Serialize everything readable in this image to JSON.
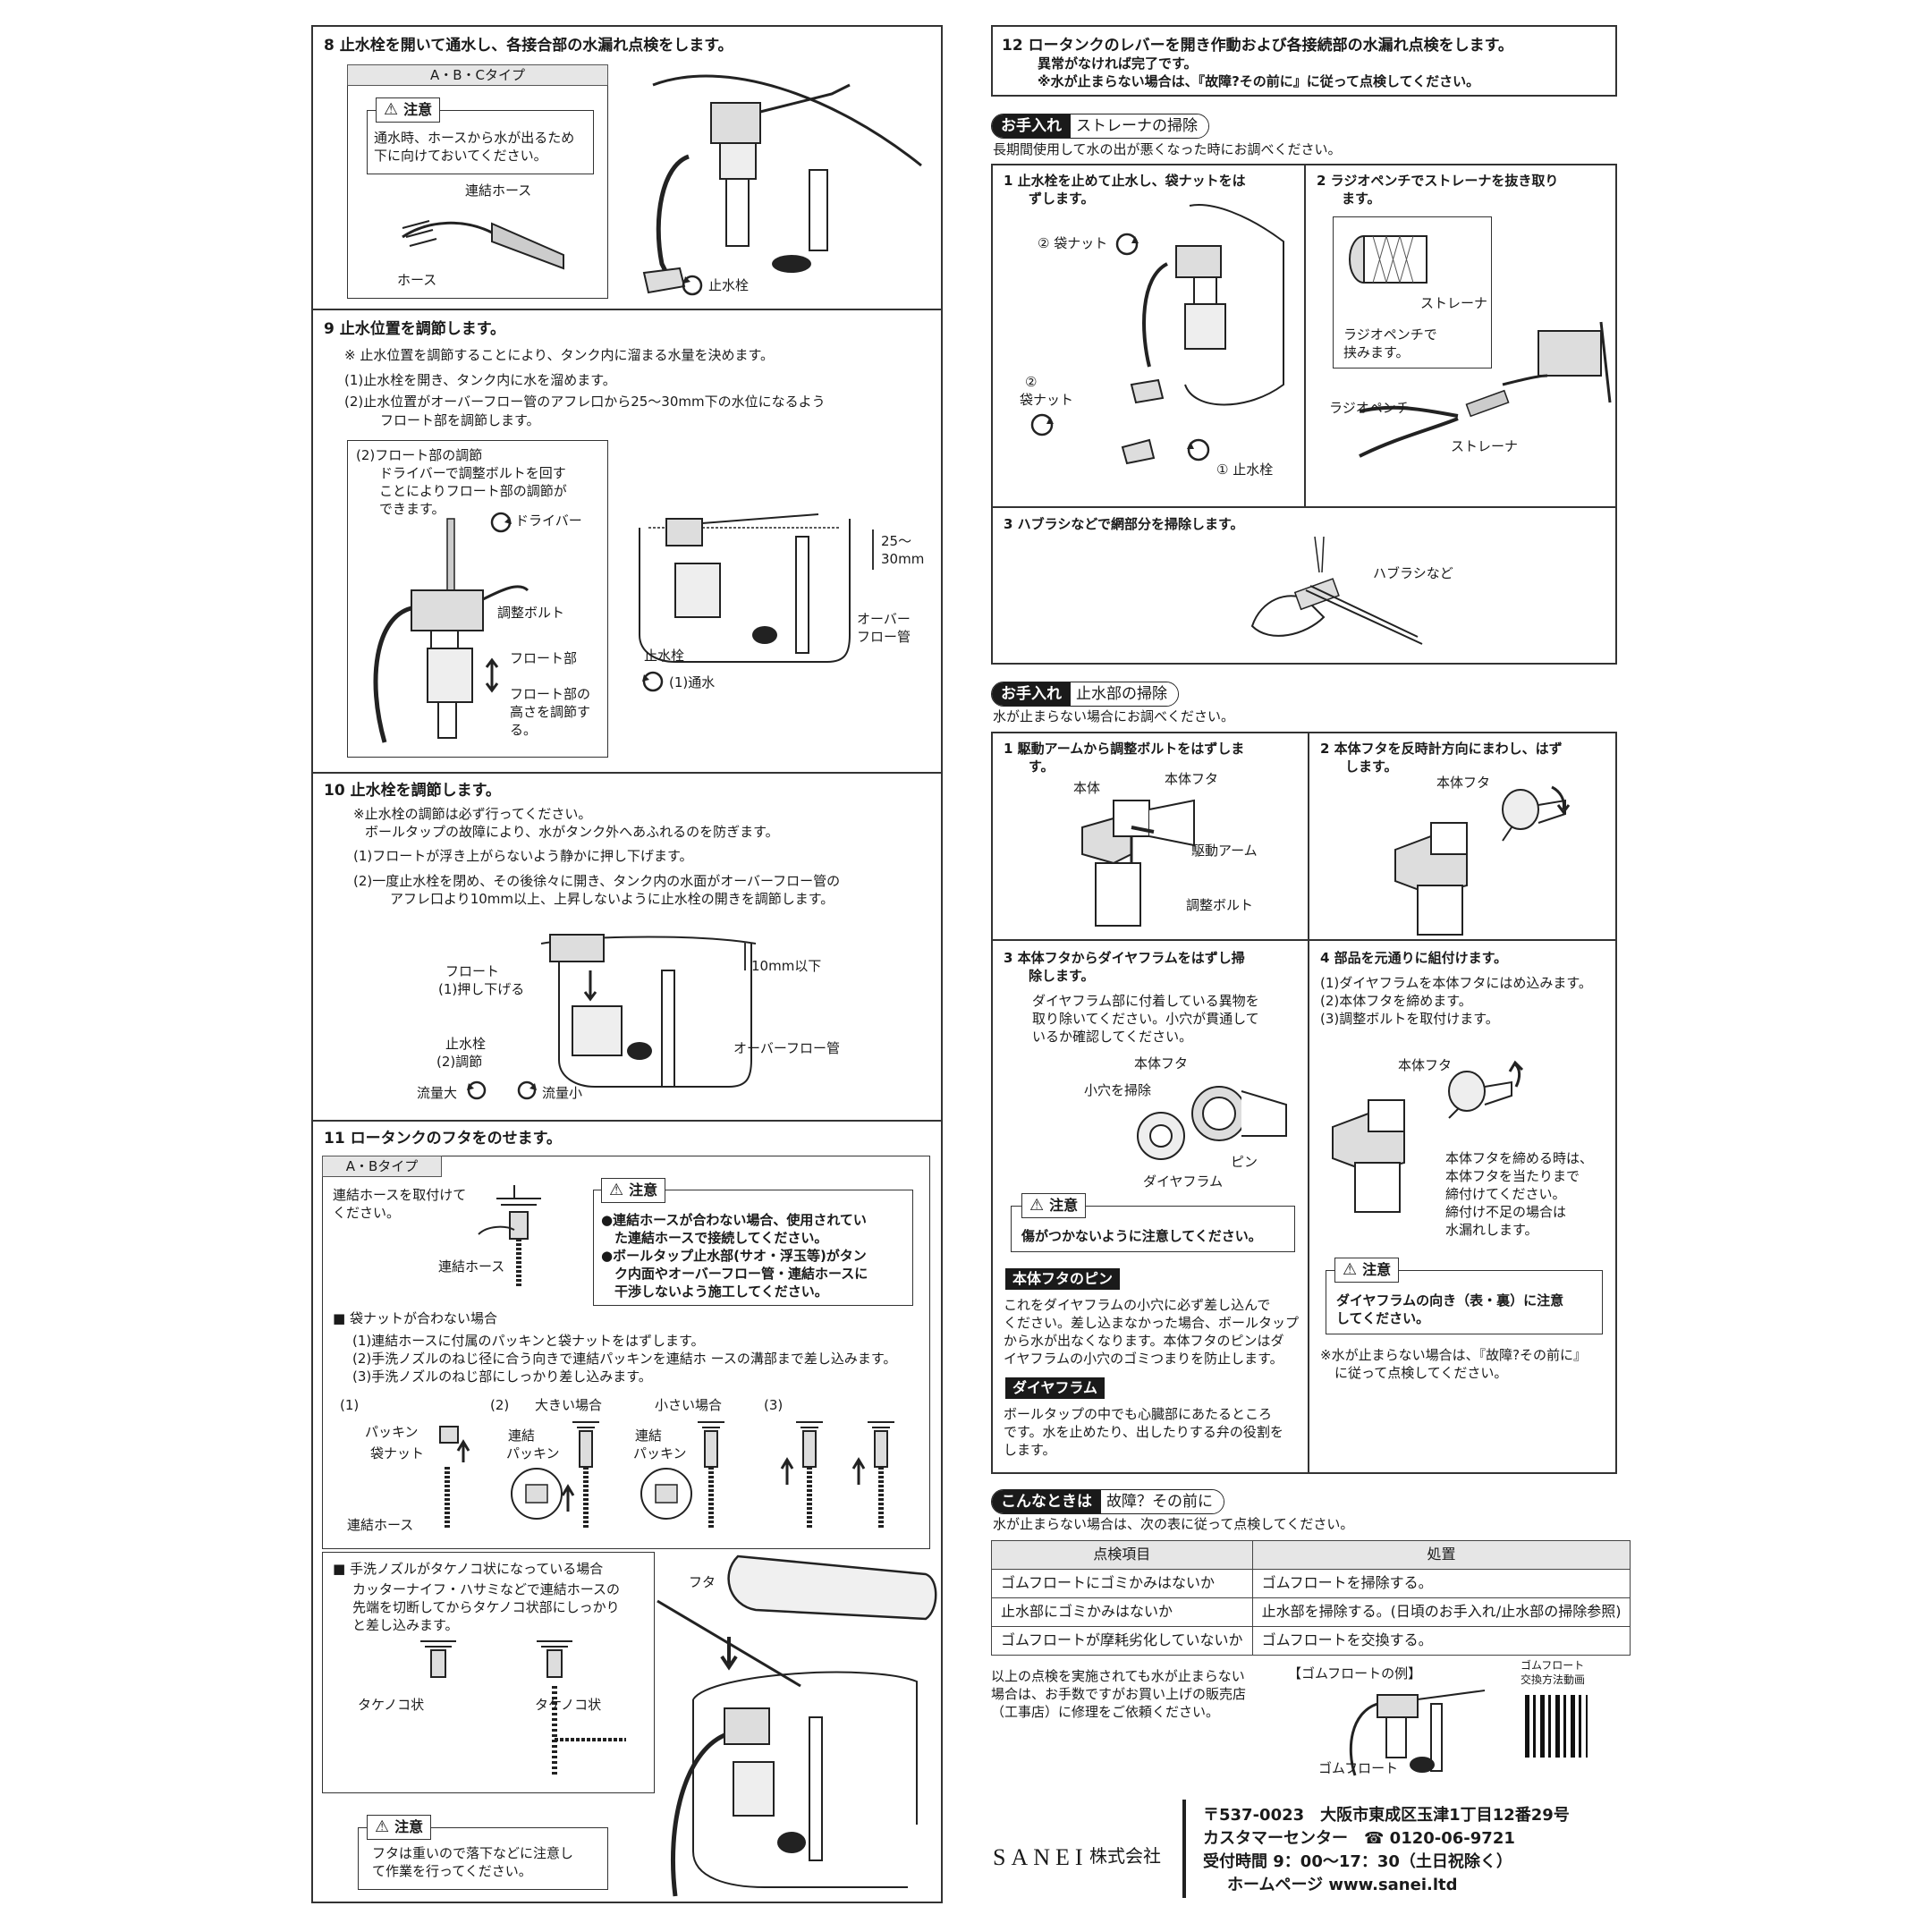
{
  "s8": {
    "title": "8 止水栓を開いて通水し、各接合部の水漏れ点検をします。",
    "tab": "A・B・Cタイプ",
    "warn_head": "注意",
    "warn_text": [
      "通水時、ホースから水が出るため",
      "下に向けておいてください。"
    ],
    "lbl_hose_link": "連結ホース",
    "lbl_hose": "ホース",
    "lbl_valve": "止水栓"
  },
  "s9": {
    "title": "9 止水位置を調節します。",
    "note": "※ 止水位置を調節することにより、タンク内に溜まる水量を決めます。",
    "step1": "(1)止水栓を開き、タンク内に水を溜めます。",
    "step2a": "(2)止水位置がオーバーフロー管のアフレ口から25～30mm下の水位になるよう",
    "step2b": "フロート部を調節します。",
    "sub_head": "(2)フロート部の調節",
    "sub_text": [
      "ドライバーで調整ボルトを回す",
      "ことによりフロート部の調節が",
      "できます。"
    ],
    "lbl_driver": "ドライバー",
    "lbl_bolt": "調整ボルト",
    "lbl_float": "フロート部",
    "lbl_height": [
      "フロート部の",
      "高さを調節す",
      "る。"
    ],
    "lbl_25": "25～",
    "lbl_30": "30mm",
    "lbl_over": [
      "オーバー",
      "フロー管"
    ],
    "lbl_valve": "止水栓",
    "lbl_flow": "(1)通水"
  },
  "s10": {
    "title": "10 止水栓を調節します。",
    "note1": "※止水栓の調節は必ず行ってください。",
    "note2": "ボールタップの故障により、水がタンク外へあふれるのを防ぎます。",
    "step1": "(1)フロートが浮き上がらないよう静かに押し下げます。",
    "step2a": "(2)一度止水栓を閉め、その後徐々に開き、タンク内の水面がオーバーフロー管の",
    "step2b": "アフレ口より10mm以上、上昇しないように止水栓の開きを調節します。",
    "lbl_float": "フロート",
    "lbl_push": "(1)押し下げる",
    "lbl_valve": "止水栓",
    "lbl_adj": "(2)調節",
    "lbl_big": "流量大",
    "lbl_small": "流量小",
    "lbl_10": "10mm以下",
    "lbl_over": "オーバーフロー管"
  },
  "s11": {
    "title": "11 ロータンクのフタをのせます。",
    "tab": "A・Bタイプ",
    "attach": [
      "連結ホースを取付けて",
      "ください。"
    ],
    "lbl_hose": "連結ホース",
    "warn_head": "注意",
    "warn_text": [
      "●連結ホースが合わない場合、使用されてい",
      "　た連結ホースで接続してください。",
      "●ボールタップ止水部(サオ・浮玉等)がタン",
      "　ク内面やオーバーフロー管・連結ホースに",
      "　干渉しないよう施工してください。"
    ],
    "nut_head": "■ 袋ナットが合わない場合",
    "nut1": "(1)連結ホースに付属のパッキンと袋ナットをはずします。",
    "nut2": "(2)手洗ノズルのねじ径に合う向きで連結パッキンを連結ホ ースの溝部まで差し込みます。",
    "nut3": "(3)手洗ノズルのねじ部にしっかり差し込みます。",
    "fig1": "(1)",
    "fig2": "(2)",
    "fig_big": "大きい場合",
    "fig_small": "小さい場合",
    "fig3": "(3)",
    "lbl_packing": "パッキン",
    "lbl_nut": "袋ナット",
    "lbl_linkhose": "連結ホース",
    "lbl_link": "連結",
    "lbl_pack2": "パッキン",
    "nozzle_head": "■ 手洗ノズルがタケノコ状になっている場合",
    "nozzle_text": [
      "カッターナイフ・ハサミなどで連結ホースの",
      "先端を切断してからタケノコ状部にしっかり",
      "と差し込みます。"
    ],
    "lbl_take": "タケノコ状",
    "lbl_lid": "フタ",
    "warn2_head": "注意",
    "warn2_text": [
      "フタは重いので落下などに注意し",
      "て作業を行ってください。"
    ]
  },
  "s12": {
    "title": "12 ロータンクのレバーを開き作動および各接続部の水漏れ点検をします。",
    "t2": "異常がなければ完了です。",
    "t3": "※水が止まらない場合は、『故障?その前に』に従って点検してください。"
  },
  "strainer": {
    "pill_dark": "お手入れ",
    "pill_light": "ストレーナの掃除",
    "intro": "長期間使用して水の出が悪くなった時にお調べください。",
    "c1": [
      "1 止水栓を止めて止水し、袋ナットをは",
      "ずします。"
    ],
    "lbl_nut1": "② 袋ナット",
    "lbl_nut2a": "②",
    "lbl_nut2b": "袋ナット",
    "lbl_valve": "① 止水栓",
    "c2": [
      "2 ラジオペンチでストレーナを抜き取り",
      "ます。"
    ],
    "lbl_strainer": "ストレーナ",
    "lbl_pinch": [
      "ラジオペンチで",
      "挟みます。"
    ],
    "lbl_pliers": "ラジオペンチ",
    "lbl_strainer2": "ストレーナ",
    "c3": "3 ハブラシなどで網部分を掃除します。",
    "lbl_brush": "ハブラシなど"
  },
  "stopper": {
    "pill_dark": "お手入れ",
    "pill_light": "止水部の掃除",
    "intro": "水が止まらない場合にお調べください。",
    "c1": [
      "1 駆動アームから調整ボルトをはずしま",
      "す。"
    ],
    "lbl_body": "本体",
    "lbl_lid": "本体フタ",
    "lbl_arm": "駆動アーム",
    "lbl_bolt": "調整ボルト",
    "c2": [
      "2 本体フタを反時計方向にまわし、はず",
      "します。"
    ],
    "lbl_lid2": "本体フタ",
    "c3": [
      "3 本体フタからダイヤフラムをはずし掃",
      "除します。"
    ],
    "c3_text": [
      "ダイヤフラム部に付着している異物を",
      "取り除いてください。小穴が貫通して",
      "いるか確認してください。"
    ],
    "lbl_lid3": "本体フタ",
    "lbl_hole": "小穴を掃除",
    "lbl_pin": "ピン",
    "lbl_dia": "ダイヤフラム",
    "warn_head": "注意",
    "warn_text": "傷がつかないように注意してください。",
    "pin_head": "本体フタのピン",
    "pin_text": [
      "これをダイヤフラムの小穴に必ず差し込んで",
      "ください。差し込まなかった場合、ボールタップ",
      "から水が出なくなります。本体フタのピンはダ",
      "イヤフラムの小穴のゴミつまりを防止します。"
    ],
    "dia_head": "ダイヤフラム",
    "dia_text": [
      "ボールタップの中でも心臓部にあたるところ",
      "です。水を止めたり、出したりする弁の役割を",
      "します。"
    ],
    "c4": "4 部品を元通りに組付けます。",
    "c4_1": "(1)ダイヤフラムを本体フタにはめ込みます。",
    "c4_2": "(2)本体フタを締めます。",
    "c4_3": "(3)調整ボルトを取付けます。",
    "lbl_lid4": "本体フタ",
    "c4_note": [
      "本体フタを締める時は、",
      "本体フタを当たりまで",
      "締付けてください。",
      "締付け不足の場合は",
      "水漏れします。"
    ],
    "warn2_head": "注意",
    "warn2_text": [
      "ダイヤフラムの向き（表・裏）に注意",
      "してください。"
    ],
    "note": [
      "※水が止まらない場合は、『故障?その前に』",
      "に従って点検してください。"
    ]
  },
  "trouble": {
    "pill_dark": "こんなときは",
    "pill_light": "故障？その前に",
    "intro": "水が止まらない場合は、次の表に従って点検してください。",
    "col1": "点検項目",
    "col2": "処置",
    "rows": [
      [
        "ゴムフロートにゴミかみはないか",
        "ゴムフロートを掃除する。"
      ],
      [
        "止水部にゴミかみはないか",
        "止水部を掃除する。(日頃のお手入れ/止水部の掃除参照)"
      ],
      [
        "ゴムフロートが摩耗劣化していないか",
        "ゴムフロートを交換する。"
      ]
    ],
    "after": [
      "以上の点検を実施されても水が止まらない",
      "場合は、お手数ですがお買い上げの販売店",
      "（工事店）に修理をご依頼ください。"
    ],
    "example": "【ゴムフロートの例】",
    "lbl_float": "ゴムフロート",
    "qr_label": [
      "ゴムフロート",
      "交換方法動画"
    ]
  },
  "company": {
    "logo": "SANEI",
    "kaisha": "株式会社",
    "address": "〒537-0023　大阪市東成区玉津1丁目12番29号",
    "center": "カスタマーセンター　☎ 0120-06-9721",
    "hours": "受付時間 9：00～17：30（土日祝除く）",
    "web": "ホームページ www.sanei.ltd"
  }
}
